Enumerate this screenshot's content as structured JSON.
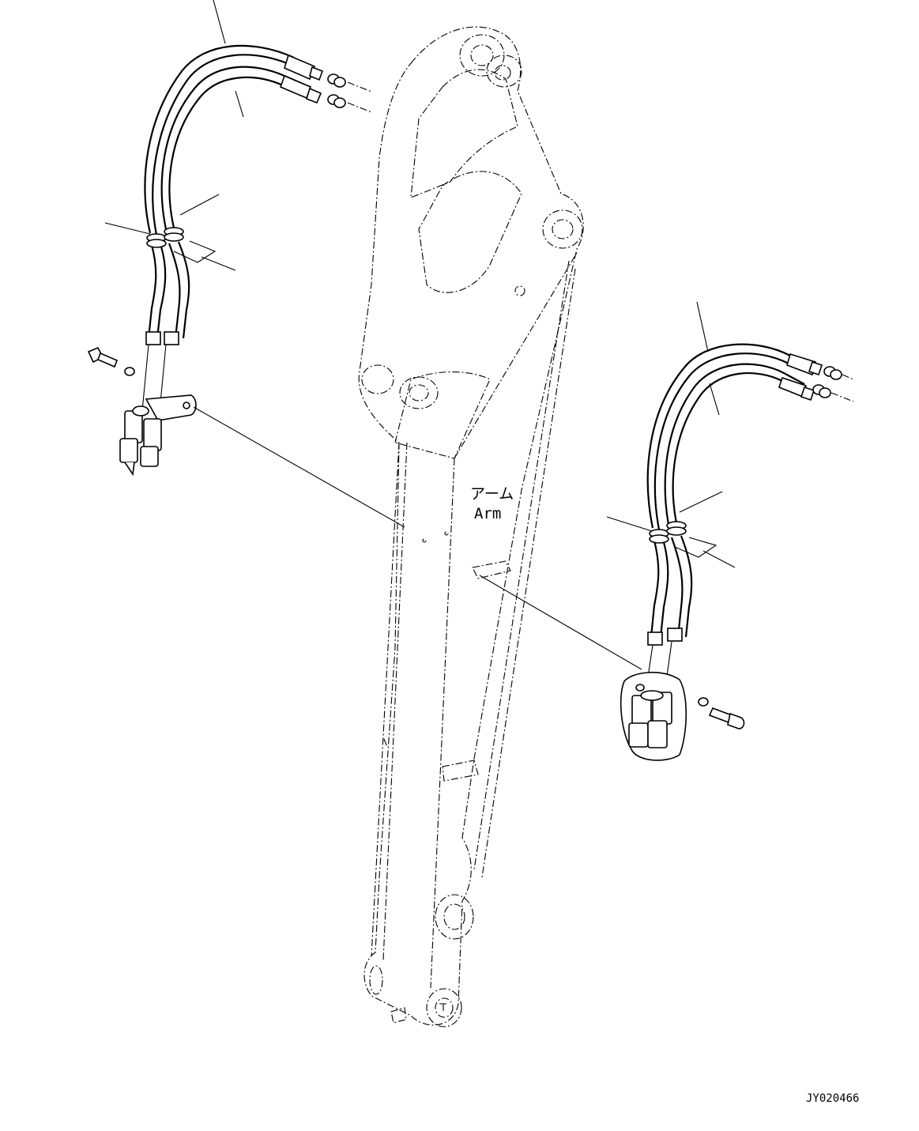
{
  "drawing": {
    "arm_label_jp": "アーム",
    "arm_label_en": "Arm",
    "figure_code": "JY020466"
  },
  "parts": [
    {
      "name": "hose-left"
    },
    {
      "name": "hose-right"
    },
    {
      "name": "clamp-left"
    },
    {
      "name": "clamp-right"
    },
    {
      "name": "quick-coupler-left"
    },
    {
      "name": "quick-coupler-right"
    },
    {
      "name": "bolt-left"
    },
    {
      "name": "bolt-right"
    }
  ]
}
